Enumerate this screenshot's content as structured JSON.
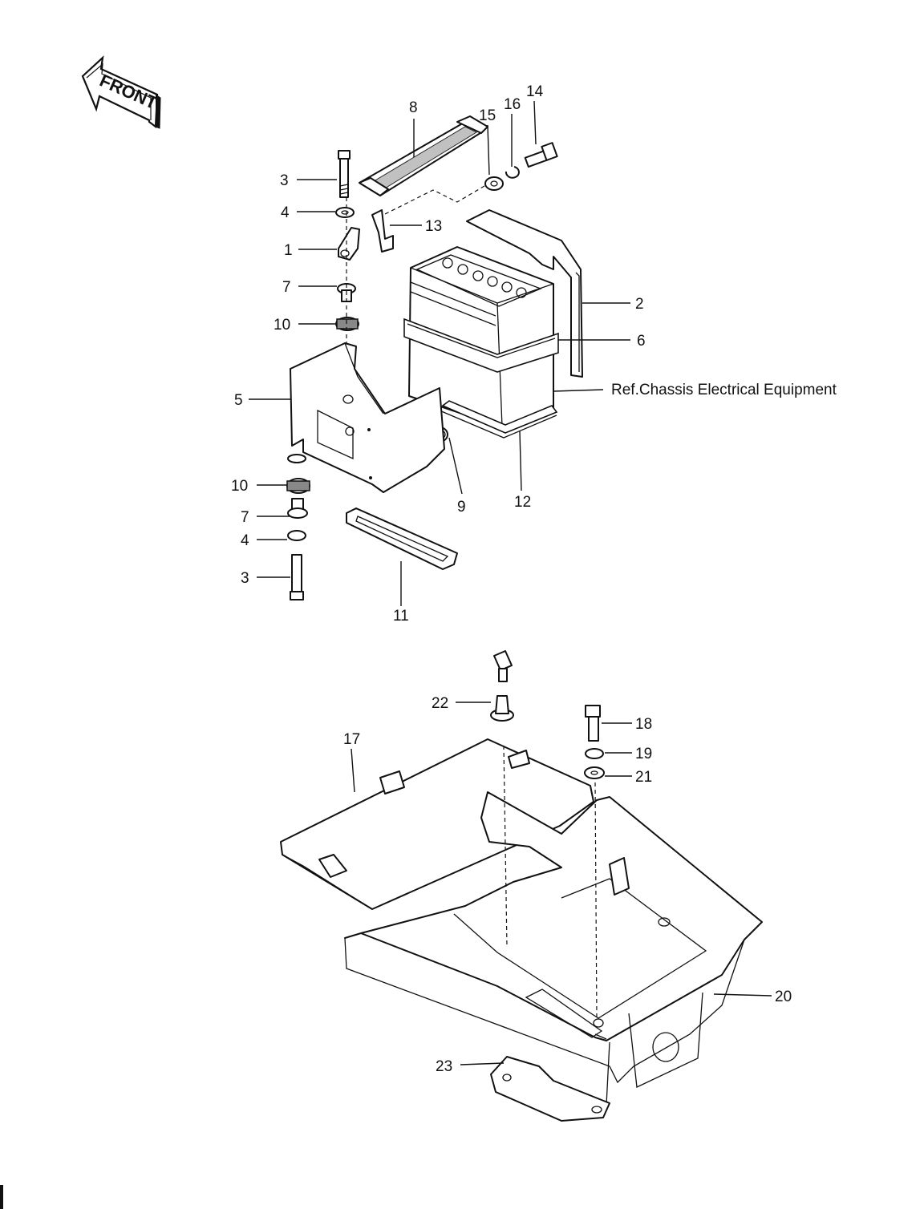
{
  "front_arrow": {
    "text": "FRONT"
  },
  "reference_note": "Ref.Chassis Electrical Equipment",
  "callouts": [
    {
      "id": "c1",
      "text": "1"
    },
    {
      "id": "c2",
      "text": "2"
    },
    {
      "id": "c3a",
      "text": "3"
    },
    {
      "id": "c3b",
      "text": "3"
    },
    {
      "id": "c4a",
      "text": "4"
    },
    {
      "id": "c4b",
      "text": "4"
    },
    {
      "id": "c5",
      "text": "5"
    },
    {
      "id": "c6",
      "text": "6"
    },
    {
      "id": "c7a",
      "text": "7"
    },
    {
      "id": "c7b",
      "text": "7"
    },
    {
      "id": "c8",
      "text": "8"
    },
    {
      "id": "c9",
      "text": "9"
    },
    {
      "id": "c10a",
      "text": "10"
    },
    {
      "id": "c10b",
      "text": "10"
    },
    {
      "id": "c11",
      "text": "11"
    },
    {
      "id": "c12",
      "text": "12"
    },
    {
      "id": "c13",
      "text": "13"
    },
    {
      "id": "c14",
      "text": "14"
    },
    {
      "id": "c15",
      "text": "15"
    },
    {
      "id": "c16",
      "text": "16"
    },
    {
      "id": "c17",
      "text": "17"
    },
    {
      "id": "c18",
      "text": "18"
    },
    {
      "id": "c19",
      "text": "19"
    },
    {
      "id": "c20",
      "text": "20"
    },
    {
      "id": "c21",
      "text": "21"
    },
    {
      "id": "c22",
      "text": "22"
    },
    {
      "id": "c23",
      "text": "23"
    }
  ]
}
